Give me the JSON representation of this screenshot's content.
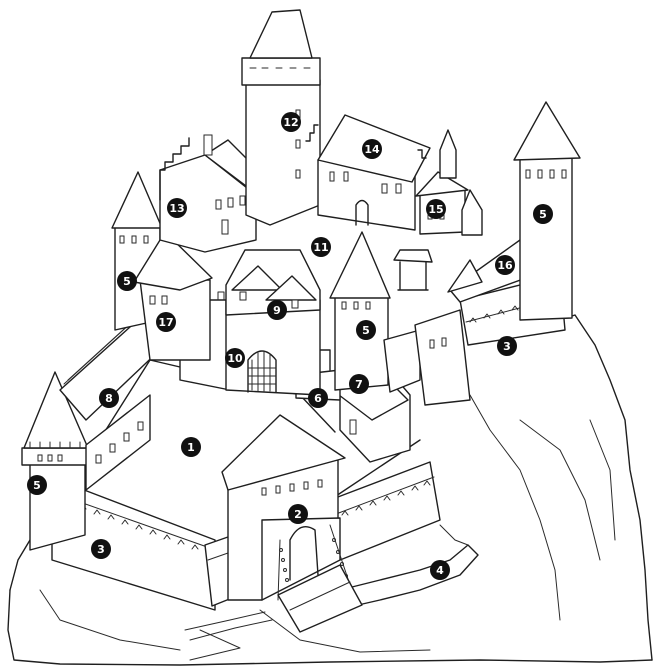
{
  "colors": {
    "ink": "#1f1f1f",
    "paper": "#ffffff",
    "badge_fill": "#111111",
    "badge_text": "#ffffff"
  },
  "markers": [
    {
      "id": "m1",
      "label": "1"
    },
    {
      "id": "m2",
      "label": "2"
    },
    {
      "id": "m3a",
      "label": "3"
    },
    {
      "id": "m3b",
      "label": "3"
    },
    {
      "id": "m4",
      "label": "4"
    },
    {
      "id": "m5a",
      "label": "5"
    },
    {
      "id": "m5b",
      "label": "5"
    },
    {
      "id": "m5c",
      "label": "5"
    },
    {
      "id": "m5d",
      "label": "5"
    },
    {
      "id": "m6",
      "label": "6"
    },
    {
      "id": "m7",
      "label": "7"
    },
    {
      "id": "m8",
      "label": "8"
    },
    {
      "id": "m9",
      "label": "9"
    },
    {
      "id": "m10",
      "label": "10"
    },
    {
      "id": "m11",
      "label": "11"
    },
    {
      "id": "m12",
      "label": "12"
    },
    {
      "id": "m13",
      "label": "13"
    },
    {
      "id": "m14",
      "label": "14"
    },
    {
      "id": "m15",
      "label": "15"
    },
    {
      "id": "m16",
      "label": "16"
    },
    {
      "id": "m17",
      "label": "17"
    }
  ]
}
